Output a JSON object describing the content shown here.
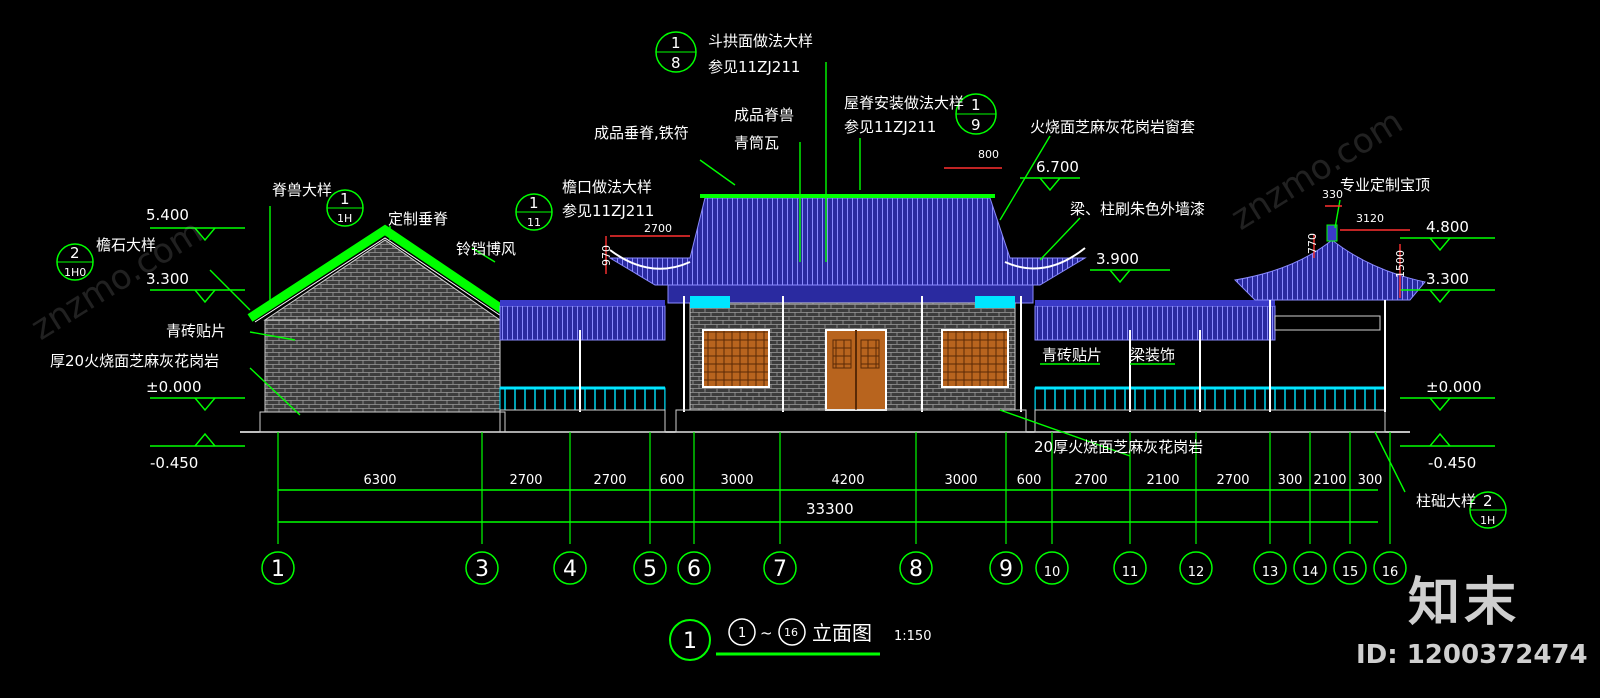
{
  "notes": {
    "n1": "脊兽大样",
    "n2": "定制垂脊",
    "n3": "铃铛博风",
    "n4": "檐石大样",
    "n5": "青砖贴片",
    "n6": "厚20火烧面芝麻灰花岗岩",
    "n7": "成品垂脊,铁符",
    "n8": "成品脊兽",
    "n9": "青筒瓦",
    "n10": "檐口做法大样",
    "n11": "参见11ZJ211",
    "n12": "斗拱面做法大样",
    "n13": "参见11ZJ211",
    "n14": "屋脊安装做法大样",
    "n15": "参见11ZJ211",
    "n16": "火烧面芝麻灰花岗岩窗套",
    "n17": "梁、柱刷朱色外墙漆",
    "n18": "专业定制宝顶",
    "n19": "青砖贴片",
    "n20": "梁装饰",
    "n21": "20厚火烧面芝麻灰花岗岩",
    "n22": "柱础大样"
  },
  "bubbles": {
    "b1": {
      "top": "1",
      "bottom": "1H"
    },
    "b2": {
      "top": "2",
      "bottom": "1H0"
    },
    "b3": {
      "top": "1",
      "bottom": "11"
    },
    "b4": {
      "top": "1",
      "bottom": "8"
    },
    "b5": {
      "top": "1",
      "bottom": "9"
    },
    "b6": {
      "top": "2",
      "bottom": "1H"
    }
  },
  "levels": {
    "l1": "5.400",
    "l2": "3.300",
    "l3": "±0.000",
    "l4": "-0.450",
    "l5": "6.700",
    "l6": "3.900",
    "l7": "4.800",
    "l8": "3.300",
    "l9": "±0.000",
    "l10": "-0.450"
  },
  "small_dims": {
    "d1": "2700",
    "d2": "970",
    "d3": "800",
    "d4": "330",
    "d5": "3120",
    "d6": "770",
    "d7": "1500"
  },
  "dimensions": [
    "6300",
    "2700",
    "2700",
    "600",
    "3000",
    "4200",
    "3000",
    "600",
    "2700",
    "2100",
    "2700",
    "300",
    "2100",
    "300"
  ],
  "total_dimension": "33300",
  "axes": [
    "1",
    "3",
    "4",
    "5",
    "6",
    "7",
    "8",
    "9",
    "10",
    "11",
    "12",
    "13",
    "14",
    "15",
    "16"
  ],
  "drawing_title": {
    "number": "1",
    "from": "1",
    "sep": "~",
    "to": "16",
    "name": "立面图",
    "scale": "1:150"
  },
  "watermark": {
    "logo": "知末",
    "id": "ID: 1200372474"
  },
  "colors": {
    "line": "#00ff00",
    "roof": "#3a3ac8",
    "cyan": "#00e5ff",
    "brick": "#808080",
    "wood": "#b8641e",
    "red": "#ff3030"
  }
}
